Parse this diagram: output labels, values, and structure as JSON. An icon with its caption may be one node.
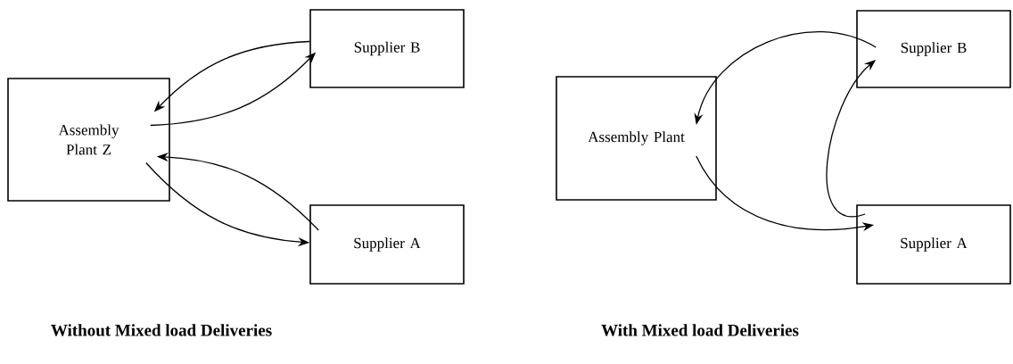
{
  "diagram": {
    "nodes": [
      {
        "text": [
          "Assembly Plant Z"
        ]
      },
      {
        "text": [
          "Supplier B"
        ]
      },
      {
        "text": [
          "Supplier A"
        ]
      },
      {
        "text": [
          "Assembly Plant"
        ]
      },
      {
        "text": [
          "Supplier B"
        ]
      },
      {
        "text": [
          "Supplier A"
        ]
      }
    ],
    "edges": [
      {
        "from": 1,
        "to": 0,
        "arrow": "to"
      },
      {
        "from": 0,
        "to": 1,
        "arrow": "to"
      },
      {
        "from": 2,
        "to": 0,
        "arrow": "to"
      },
      {
        "from": 0,
        "to": 2,
        "arrow": "to"
      },
      {
        "from": 4,
        "to": 3,
        "arrow": "to"
      },
      {
        "from": 3,
        "to": 5,
        "arrow": "to"
      },
      {
        "from": 5,
        "to": 4,
        "arrow": "to"
      }
    ],
    "labels": [
      "Without Mixed load Deliveries",
      "With Mixed load Deliveries"
    ]
  }
}
